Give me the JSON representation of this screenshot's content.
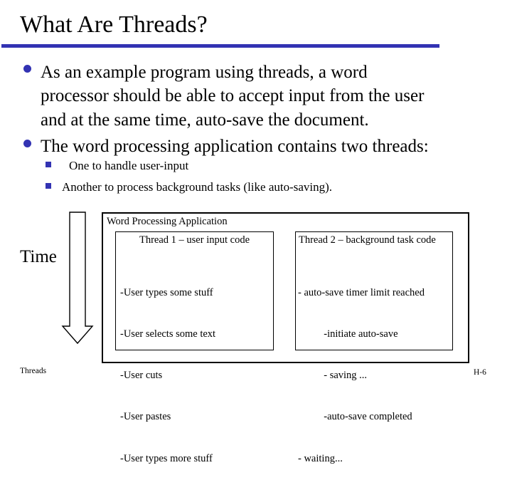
{
  "accent_color": "#3333B3",
  "title": "What Are Threads?",
  "bullets": [
    {
      "lines": [
        "As an example program using threads, a word",
        "processor should be able to accept input from the user",
        "and at the same time, auto-save the document."
      ]
    },
    {
      "lines": [
        "The word processing application contains two threads:"
      ]
    }
  ],
  "sub_bullets": [
    "One to handle user-input",
    "Another to process background tasks (like auto-saving)."
  ],
  "diagram": {
    "time_label": "Time",
    "container_label": "Word Processing Application",
    "thread1": {
      "title": "Thread 1 – user input code",
      "lines": [
        "-User types some stuff",
        "-User selects some text",
        "-User cuts",
        "-User pastes",
        "-User types more stuff"
      ]
    },
    "thread2": {
      "title": "Thread 2 – background task code",
      "lines": [
        "- auto-save timer limit reached",
        "          -initiate auto-save",
        "          - saving ...",
        "          -auto-save completed",
        "- waiting..."
      ]
    }
  },
  "footer": {
    "left": "Threads",
    "right": "H-6"
  }
}
